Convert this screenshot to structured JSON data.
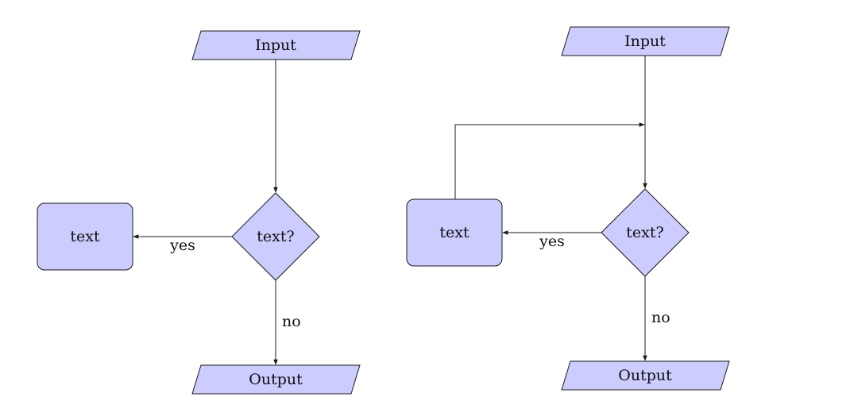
{
  "colors": {
    "node_fill": "#ccccff",
    "stroke": "#1a1a1a",
    "text": "#111111"
  },
  "flowcharts": [
    {
      "input": "Input",
      "decision": "text?",
      "process": "text",
      "output": "Output",
      "yes_label": "yes",
      "no_label": "no"
    },
    {
      "input": "Input",
      "decision": "text?",
      "process": "text",
      "output": "Output",
      "yes_label": "yes",
      "no_label": "no"
    }
  ]
}
